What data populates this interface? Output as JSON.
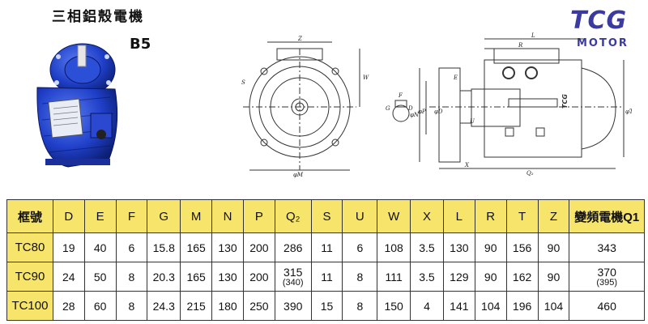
{
  "title": "三相鋁殼電機",
  "model": "B5",
  "logo": {
    "brand": "TCG",
    "sub": "MOTOR"
  },
  "drawing_labels": {
    "Z": "Z",
    "S": "S",
    "W": "W",
    "M": "φM",
    "D": "D",
    "F": "F",
    "G": "G",
    "L": "L",
    "R": "R",
    "E": "E",
    "N": "φN",
    "P": "φP",
    "D2": "φD",
    "T": "φT",
    "X": "X",
    "Q2": "Q₂",
    "U": "U",
    "nameplate": "TCG"
  },
  "table": {
    "headers": [
      "框號",
      "D",
      "E",
      "F",
      "G",
      "M",
      "N",
      "P",
      "Q₂",
      "S",
      "U",
      "W",
      "X",
      "L",
      "R",
      "T",
      "Z",
      "變頻電機Q1"
    ],
    "rows": [
      {
        "cells": [
          "TC80",
          "19",
          "40",
          "6",
          "15.8",
          "165",
          "130",
          "200",
          "286",
          "11",
          "6",
          "108",
          "3.5",
          "130",
          "90",
          "156",
          "90",
          "343"
        ],
        "subs": {}
      },
      {
        "cells": [
          "TC90",
          "24",
          "50",
          "8",
          "20.3",
          "165",
          "130",
          "200",
          "315",
          "11",
          "8",
          "111",
          "3.5",
          "129",
          "90",
          "162",
          "90",
          "370"
        ],
        "subs": {
          "8": "(340)",
          "17": "(395)"
        }
      },
      {
        "cells": [
          "TC100",
          "28",
          "60",
          "8",
          "24.3",
          "215",
          "180",
          "250",
          "390",
          "15",
          "8",
          "150",
          "4",
          "141",
          "104",
          "196",
          "104",
          "460"
        ],
        "subs": {}
      }
    ]
  },
  "colors": {
    "header_bg": "#f7e46a",
    "logo": "#3a3aa0",
    "motor_blue": "#1f3fc8"
  }
}
